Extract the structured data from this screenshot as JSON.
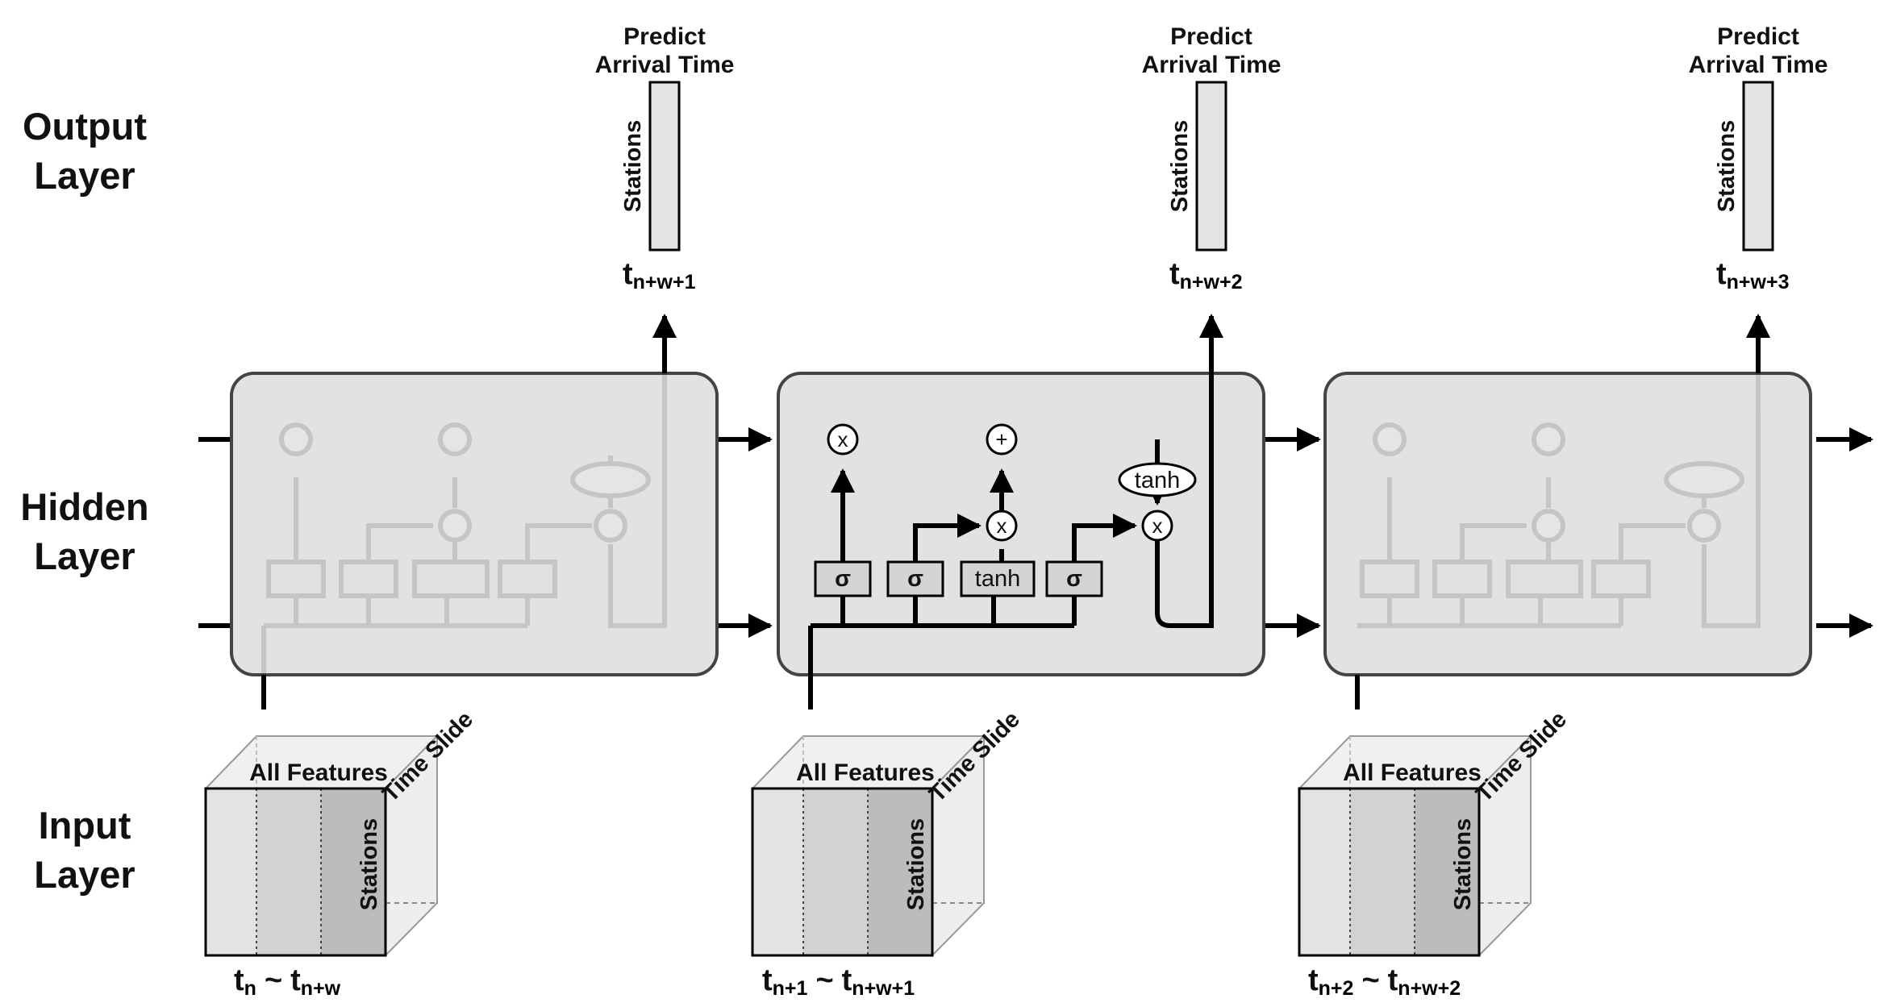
{
  "layer_labels": {
    "output": [
      "Output",
      "Layer"
    ],
    "hidden": [
      "Hidden",
      "Layer"
    ],
    "input": [
      "Input",
      "Layer"
    ]
  },
  "output_block": {
    "title": [
      "Predict",
      "Arrival Time"
    ],
    "bar_label": "Stations"
  },
  "output_times": [
    {
      "main": "t",
      "sub": "n+w+1"
    },
    {
      "main": "t",
      "sub": "n+w+2"
    },
    {
      "main": "t",
      "sub": "n+w+3"
    }
  ],
  "cell": {
    "gates": [
      "σ",
      "σ",
      "tanh",
      "σ"
    ],
    "multiply_symbol": "x",
    "add_symbol": "+",
    "cell_activation": "tanh",
    "active_cell_index": 1
  },
  "input_cube": {
    "top_label": "All Features",
    "side_label": "Time Slide",
    "front_label": "Stations"
  },
  "input_ranges": [
    {
      "a_main": "t",
      "a_sub": "n",
      "sep": "~",
      "b_main": "t",
      "b_sub": "n+w"
    },
    {
      "a_main": "t",
      "a_sub": "n+1",
      "sep": "~",
      "b_main": "t",
      "b_sub": "n+w+1"
    },
    {
      "a_main": "t",
      "a_sub": "n+2",
      "sep": "~",
      "b_main": "t",
      "b_sub": "n+w+2"
    }
  ],
  "colors": {
    "cell_fill": "#e2e2e2",
    "cell_stroke": "#444444",
    "gate_fill": "#d4d4d4",
    "bar_fill": "#e3e3e3",
    "cube_side": "#eeeeee",
    "strip_1": "#e3e3e3",
    "strip_2": "#d2d2d2",
    "strip_3": "#bcbcbc",
    "line": "#000000"
  }
}
